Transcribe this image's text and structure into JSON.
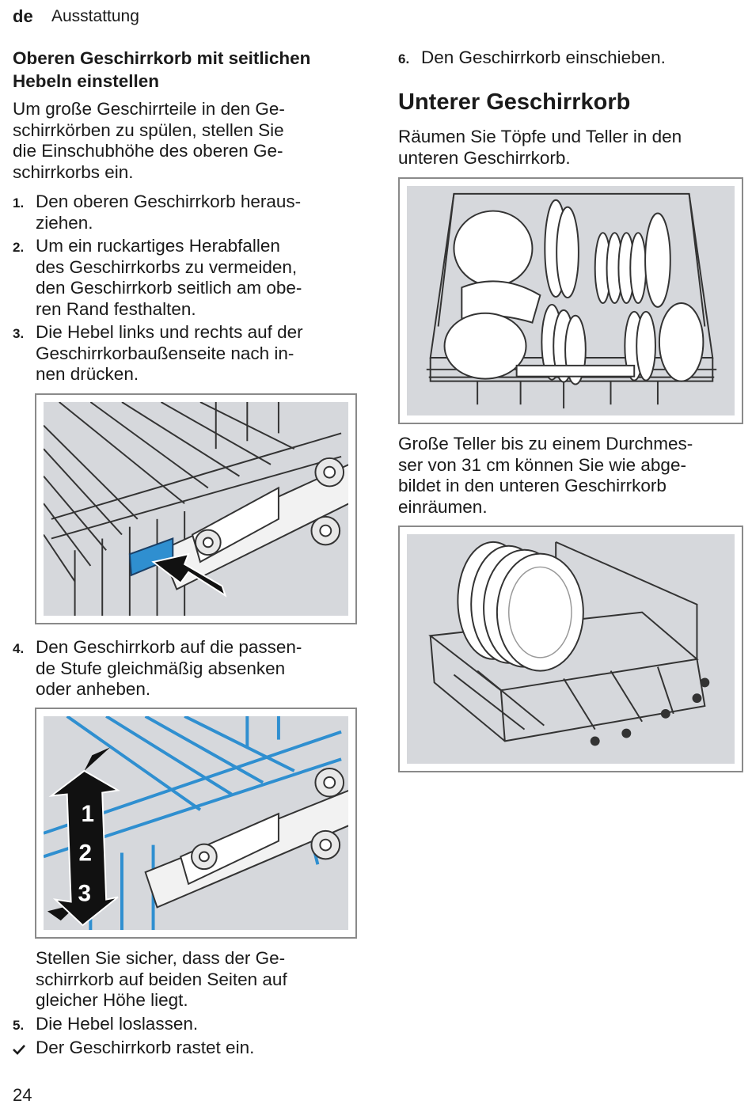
{
  "header": {
    "language": "de",
    "section": "Ausstattung"
  },
  "left": {
    "heading_line1": "Oberen Geschirrkorb mit seitlichen",
    "heading_line2": "Hebeln einstellen",
    "intro": [
      "Um große Geschirrteile in den Ge-",
      "schirrkörben zu spülen, stellen Sie",
      "die Einschubhöhe des oberen Ge-",
      "schirrkorbs ein."
    ],
    "steps": [
      {
        "num": "1.",
        "lines": [
          "Den oberen Geschirrkorb heraus-",
          "ziehen."
        ]
      },
      {
        "num": "2.",
        "lines": [
          "Um ein ruckartiges Herabfallen",
          "des Geschirrkorbs zu vermeiden,",
          "den Geschirrkorb seitlich am obe-",
          "ren Rand festhalten."
        ]
      },
      {
        "num": "3.",
        "lines": [
          "Die Hebel links und rechts auf der",
          "Geschirrkorbaußenseite nach in-",
          "nen drücken."
        ]
      },
      {
        "num": "4.",
        "lines": [
          "Den Geschirrkorb auf die passen-",
          "de Stufe gleichmäßig absenken",
          "oder anheben."
        ]
      }
    ],
    "figure2_labels": [
      "1",
      "2",
      "3"
    ],
    "note": [
      "Stellen Sie sicher, dass der Ge-",
      "schirrkorb auf beiden Seiten auf",
      "gleicher Höhe liegt."
    ],
    "step5": {
      "num": "5.",
      "text": "Die Hebel loslassen."
    },
    "result": {
      "icon": "check-icon",
      "text": "Der Geschirrkorb rastet ein."
    }
  },
  "right": {
    "step6": {
      "num": "6.",
      "text": "Den Geschirrkorb einschieben."
    },
    "heading": "Unterer Geschirrkorb",
    "intro": [
      "Räumen Sie Töpfe und Teller in den",
      "unteren Geschirrkorb."
    ],
    "para2": [
      "Große Teller bis zu einem Durchmes-",
      "ser von 31 cm können Sie wie abge-",
      "bildet in den unteren Geschirrkorb",
      "einräumen."
    ]
  },
  "footer": {
    "page_number": "24"
  },
  "colors": {
    "accent_blue": "#2f8fd0",
    "figure_bg": "#d6d8dc",
    "frame": "#8a8a8a"
  }
}
